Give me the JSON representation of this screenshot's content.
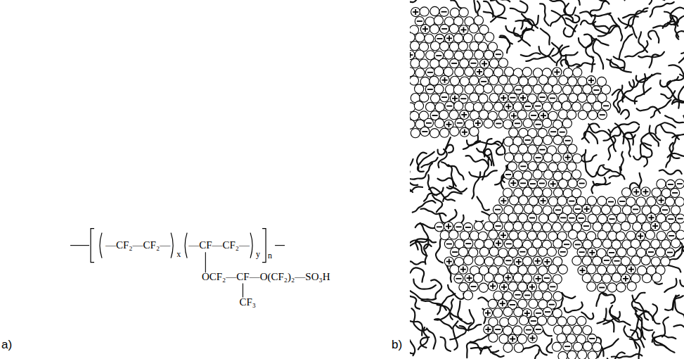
{
  "diagram": {
    "labels": [
      "a)",
      "b)",
      "—CF₂—CF₂—",
      "x",
      "—CF—CF₂—",
      "y",
      "n",
      "OCF₂—CF—O(CF₂)₂—SO₃H",
      "CF₃"
    ]
  }
}
